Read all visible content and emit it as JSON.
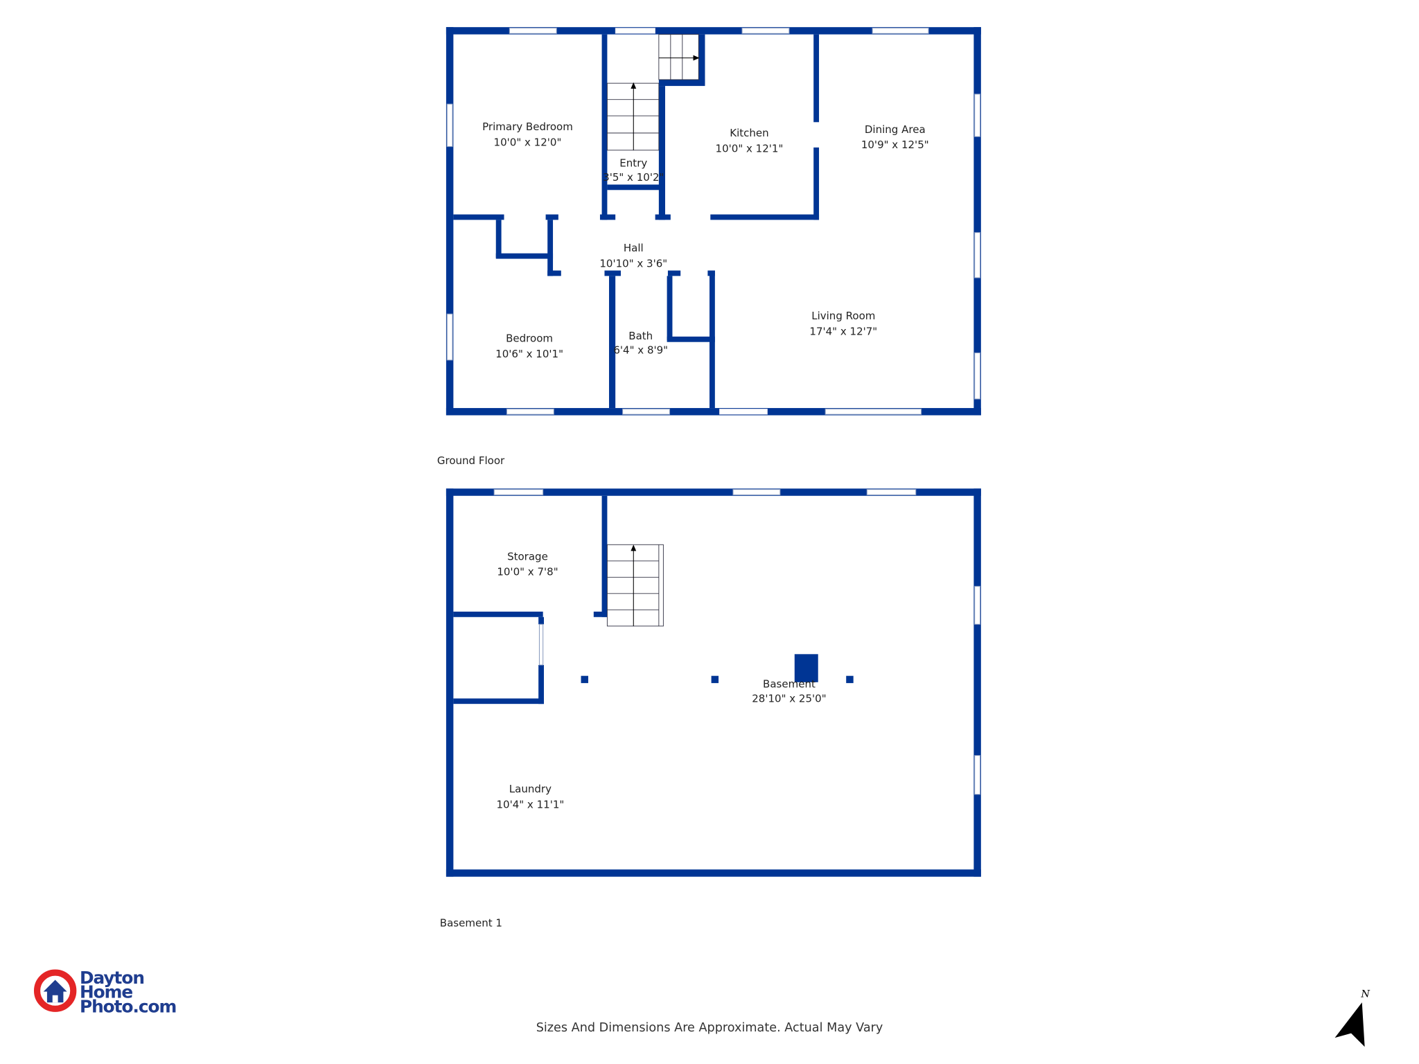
{
  "colors": {
    "wall": "#003594",
    "logo_red": "#e42526",
    "logo_blue": "#1f3d8f"
  },
  "ground_floor": {
    "label": "Ground Floor",
    "rooms": [
      {
        "name": "Primary Bedroom",
        "size": "10'0\" x 12'0\""
      },
      {
        "name": "Entry",
        "size": "3'5\" x 10'2\""
      },
      {
        "name": "Kitchen",
        "size": "10'0\" x 12'1\""
      },
      {
        "name": "Dining Area",
        "size": "10'9\" x 12'5\""
      },
      {
        "name": "Hall",
        "size": "10'10\" x 3'6\""
      },
      {
        "name": "Bedroom",
        "size": "10'6\" x 10'1\""
      },
      {
        "name": "Bath",
        "size": "6'4\" x 8'9\""
      },
      {
        "name": "Living Room",
        "size": "17'4\" x 12'7\""
      }
    ]
  },
  "basement": {
    "label": "Basement 1",
    "rooms": [
      {
        "name": "Storage",
        "size": "10'0\" x 7'8\""
      },
      {
        "name": "Basement",
        "size": "28'10\" x 25'0\""
      },
      {
        "name": "Laundry",
        "size": "10'4\" x 11'1\""
      }
    ]
  },
  "logo": {
    "line1": "Dayton",
    "line2": "Home",
    "line3": "Photo.com"
  },
  "disclaimer": "Sizes And Dimensions Are Approximate. Actual May Vary",
  "compass": {
    "label": "N",
    "icon": "north-arrow-icon"
  }
}
